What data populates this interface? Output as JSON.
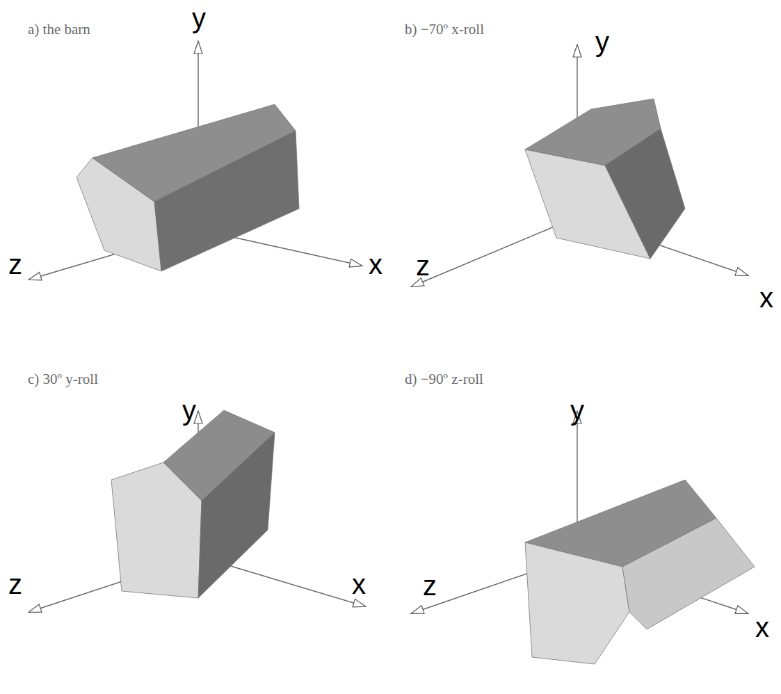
{
  "diagram": {
    "labels": [
      "a) the barn",
      "y",
      "z",
      "x",
      "b) −70º x-roll",
      "y",
      "z",
      "x",
      "c) 30º y-roll",
      "y",
      "z",
      "x",
      "d) −90º z-roll",
      "y",
      "z",
      "x"
    ]
  }
}
